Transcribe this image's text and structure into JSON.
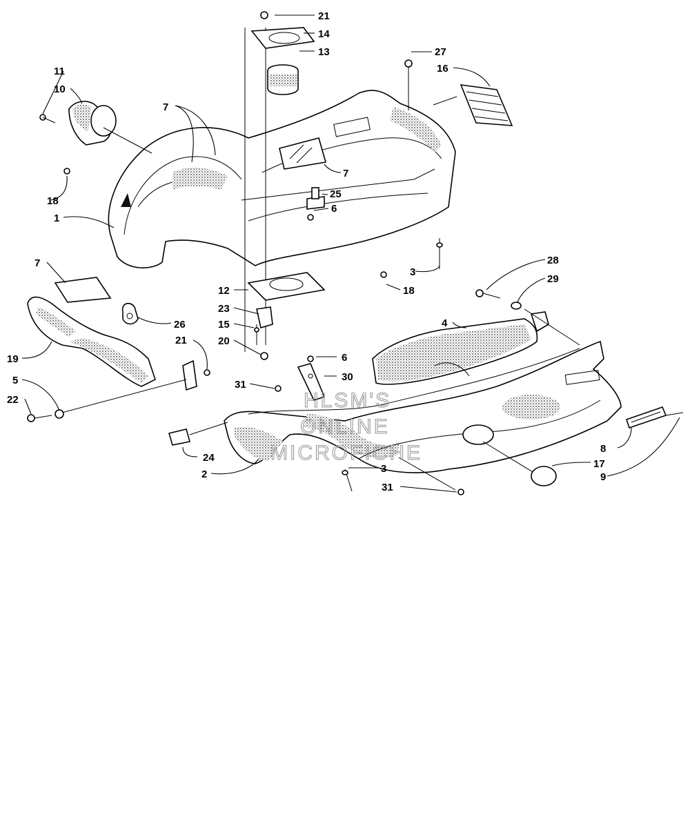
{
  "watermark": {
    "line1": "HLSM'S",
    "line2": "ONLINE",
    "line3": "MICROFICHE"
  },
  "callouts": {
    "c1": "1",
    "c2": "2",
    "c3a": "3",
    "c3b": "3",
    "c4": "4",
    "c5": "5",
    "c6a": "6",
    "c6b": "6",
    "c7a": "7",
    "c7b": "7",
    "c7c": "7",
    "c8": "8",
    "c9": "9",
    "c10": "10",
    "c11": "11",
    "c12": "12",
    "c13": "13",
    "c14": "14",
    "c15": "15",
    "c16": "16",
    "c17": "17",
    "c18a": "18",
    "c18b": "18",
    "c19": "19",
    "c20": "20",
    "c21a": "21",
    "c21b": "21",
    "c22": "22",
    "c23": "23",
    "c24": "24",
    "c25": "25",
    "c26": "26",
    "c27": "27",
    "c28": "28",
    "c29": "29",
    "c30": "30",
    "c31a": "31",
    "c31b": "31"
  }
}
